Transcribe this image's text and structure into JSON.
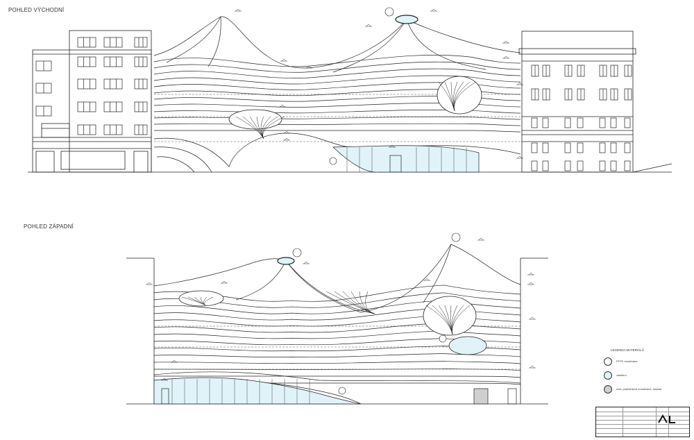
{
  "views": {
    "east": {
      "title": "POHLED VÝCHODNÍ"
    },
    "west": {
      "title": "POHLED ZÁPADNÍ"
    }
  },
  "legend": {
    "title": "LEGENDA MATERIÁLŮ",
    "items": [
      {
        "label": "PTFE membrána",
        "color": "#ffffff"
      },
      {
        "label": "zasklení",
        "color": "#dff3f8"
      },
      {
        "label": "ocel, podhledové konstrukce, fasáda",
        "color": "#cfcfcf"
      }
    ]
  },
  "glass_color": "#dff3f8",
  "line_color": "#222222"
}
